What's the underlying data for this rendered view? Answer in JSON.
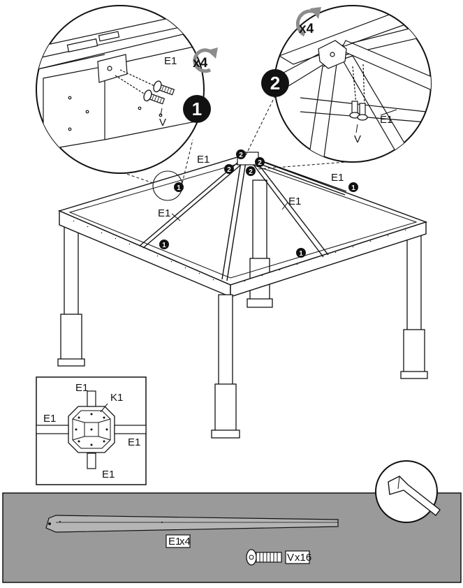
{
  "colors": {
    "ink": "#111111",
    "parts_panel_bg": "#9a9a9a",
    "badge_fill": "#111111",
    "badge_text": "#ffffff",
    "rotate_arrow": "#8c8c8c"
  },
  "icons": [
    "rotate-arrow-icon",
    "step-badge-icon",
    "bolt-icon",
    "hex-wrench-icon"
  ],
  "detail_1": {
    "step": "1",
    "rotate_times": "x4",
    "part_rail": "E1",
    "part_bolt": "V"
  },
  "detail_2": {
    "step": "2",
    "rotate_times": "x4",
    "part_rail": "E1",
    "part_bolt": "V"
  },
  "main": {
    "labels": {
      "e1_top_left": "E1",
      "e1_top_right": "E1",
      "e1_left": "E1",
      "e1_right": "E1"
    },
    "badges": {
      "step1": "1",
      "step2": "2"
    }
  },
  "inset": {
    "center_part": "K1",
    "e1_top": "E1",
    "e1_left": "E1",
    "e1_right": "E1",
    "e1_bottom": "E1"
  },
  "parts": {
    "rail_label": "E1",
    "rail_qty": "x4",
    "bolt_label": "V",
    "bolt_qty": "x16"
  }
}
